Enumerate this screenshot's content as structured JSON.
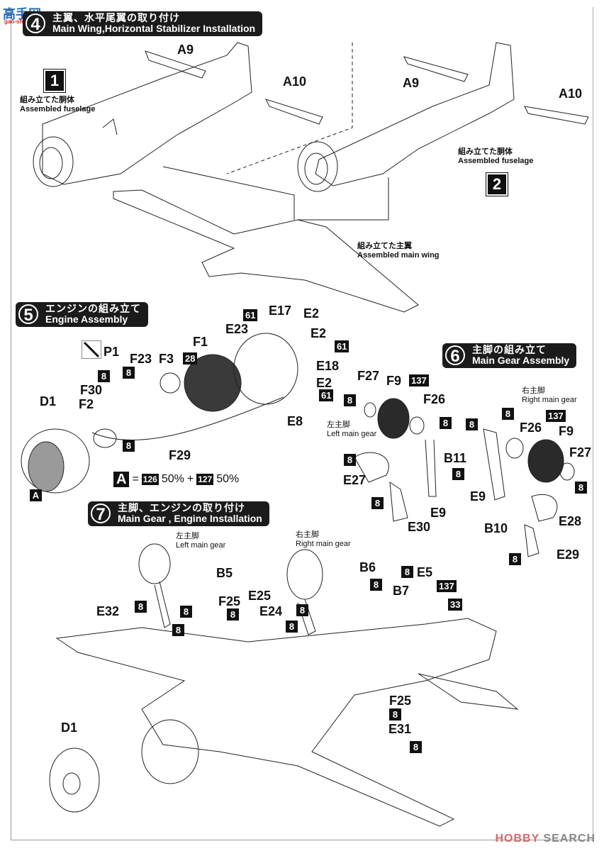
{
  "watermark": {
    "site": "高手网",
    "domain": "gao-shou.com"
  },
  "footer_brand": {
    "hobby": "HOBBY",
    "search": "SEARCH"
  },
  "step4": {
    "number": "4",
    "title_jp": "主翼、水平尾翼の取り付け",
    "title_en": "Main Wing,Horizontal Stabilizer Installation",
    "variant1": {
      "ref": "1",
      "label_jp": "組み立てた胴体",
      "label_en": "Assembled fuselage",
      "parts": [
        "A9",
        "A10"
      ]
    },
    "variant2": {
      "ref": "2",
      "label_jp": "組み立てた胴体",
      "label_en": "Assembled fuselage",
      "parts": [
        "A9",
        "A10"
      ]
    },
    "wing": {
      "label_jp": "組み立てた主翼",
      "label_en": "Assembled main wing"
    }
  },
  "step5": {
    "number": "5",
    "title_jp": "エンジンの組み立て",
    "title_en": "Engine Assembly",
    "parts": {
      "P1": "P1",
      "F23": "F23",
      "F3": "F3",
      "F1": "F1",
      "F30": "F30",
      "D1": "D1",
      "F2": "F2",
      "F29": "F29",
      "E23": "E23",
      "E17": "E17",
      "E2a": "E2",
      "E2b": "E2",
      "E18": "E18",
      "E2c": "E2",
      "E8": "E8"
    },
    "paints": {
      "f1": "28",
      "f23": "8",
      "f30": "8",
      "f2": "8",
      "e17": "61",
      "e2": "61",
      "e8": "61",
      "d1": "A"
    },
    "mix": {
      "label": "A",
      "eq": "=",
      "c1": "126",
      "p1": "50%",
      "plus": "+",
      "c2": "127",
      "p2": "50%"
    }
  },
  "step6": {
    "number": "6",
    "title_jp": "主脚の組み立て",
    "title_en": "Main Gear Assembly",
    "left": {
      "label_jp": "左主脚",
      "label_en": "Left main gear",
      "parts": [
        "F27",
        "F9",
        "F26",
        "B11",
        "E27",
        "E9",
        "E30"
      ],
      "paints": [
        "8",
        "137",
        "8",
        "8",
        "8",
        "8"
      ]
    },
    "right": {
      "label_jp": "右主脚",
      "label_en": "Right main gear",
      "parts": [
        "F26",
        "F9",
        "F27",
        "E9",
        "B10",
        "E28",
        "E29"
      ],
      "paints": [
        "8",
        "8",
        "137",
        "8",
        "8"
      ]
    }
  },
  "step7": {
    "number": "7",
    "title_jp": "主脚、エンジンの取り付け",
    "title_en": "Main Gear , Engine Installation",
    "left_gear": {
      "label_jp": "左主脚",
      "label_en": "Left main gear"
    },
    "right_gear": {
      "label_jp": "右主脚",
      "label_en": "Right main gear"
    },
    "parts": {
      "B5": "B5",
      "E32": "E32",
      "F25a": "F25",
      "E25": "E25",
      "E24": "E24",
      "B6": "B6",
      "B7": "B7",
      "E5": "E5",
      "F25b": "F25",
      "E31": "E31",
      "D1": "D1"
    },
    "paints": {
      "p8": "8",
      "p137": "137",
      "p33": "33"
    }
  }
}
